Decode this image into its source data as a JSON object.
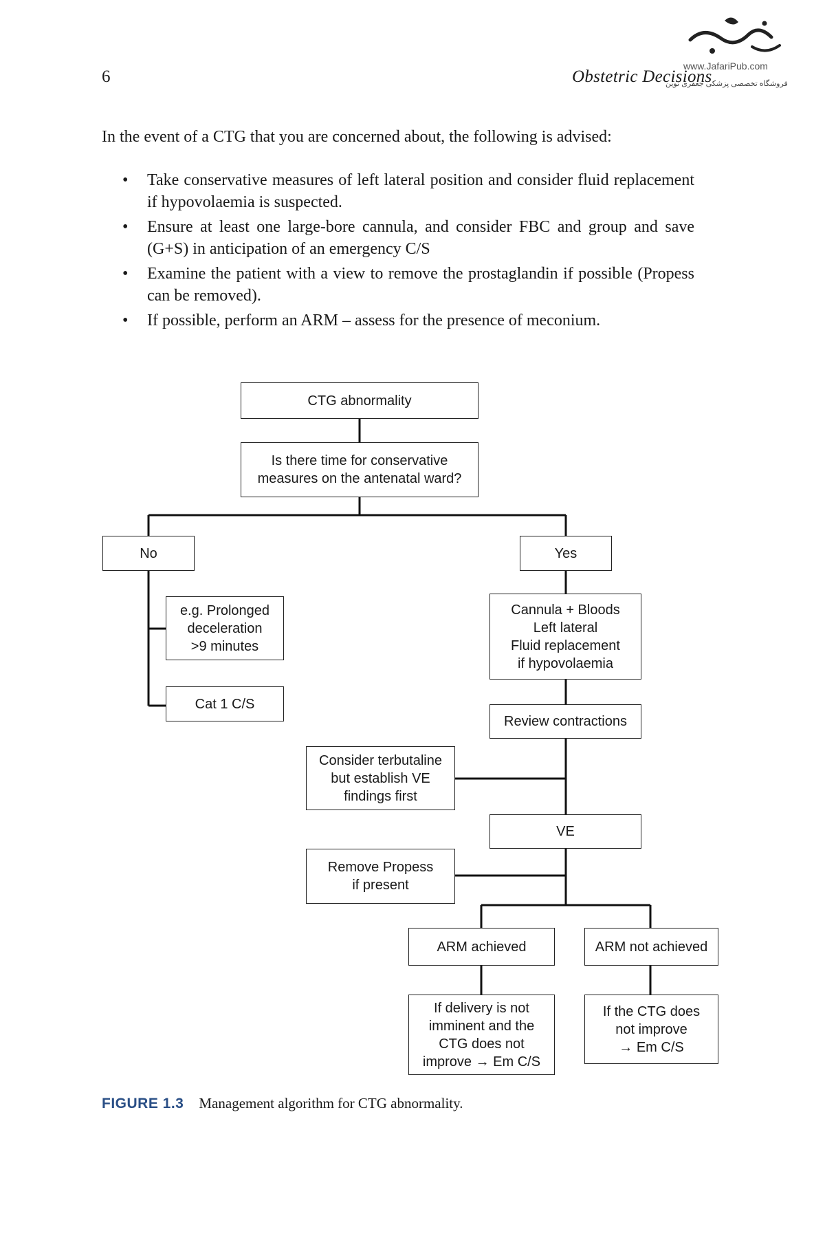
{
  "header": {
    "page_number": "6",
    "running_title": "Obstetric Decisions"
  },
  "watermark": {
    "url": "www.JafariPub.com",
    "tagline": "فروشگاه تخصصی پزشکی جعفری نوین"
  },
  "body": {
    "intro": "In the event of a CTG that you are concerned about, the following is advised:",
    "bullets": [
      "Take conservative measures of left lateral position and consider fluid replacement if hypovolaemia is suspected.",
      "Ensure at least one large-bore cannula, and consider FBC and group and save (G+S) in anticipation of an emergency C/S",
      "Examine the patient with a view to remove the prostaglandin if possible (Propess can be removed).",
      "If possible, perform an ARM – assess for the presence of meconium."
    ]
  },
  "flowchart": {
    "ctg_abnormality": "CTG abnormality",
    "time_question": "Is there time for conservative\nmeasures on the antenatal ward?",
    "no": "No",
    "yes": "Yes",
    "prolonged_decel": "e.g. Prolonged\ndeceleration\n>9 minutes",
    "cat1": "Cat 1 C/S",
    "cannula": "Cannula + Bloods\nLeft lateral\nFluid replacement\nif hypovolaemia",
    "review": "Review contractions",
    "terbutaline": "Consider terbutaline\nbut establish VE\nfindings first",
    "ve": "VE",
    "propess": "Remove Propess\nif present",
    "arm_achieved": "ARM achieved",
    "arm_not_achieved": "ARM not achieved",
    "delivery_outcome": "If delivery is not\nimminent and the\nCTG does not\nimprove → Em C/S",
    "ctg_outcome": "If the CTG does\nnot improve\n→ Em C/S"
  },
  "caption": {
    "label": "FIGURE 1.3",
    "text": "Management algorithm for CTG abnormality."
  }
}
